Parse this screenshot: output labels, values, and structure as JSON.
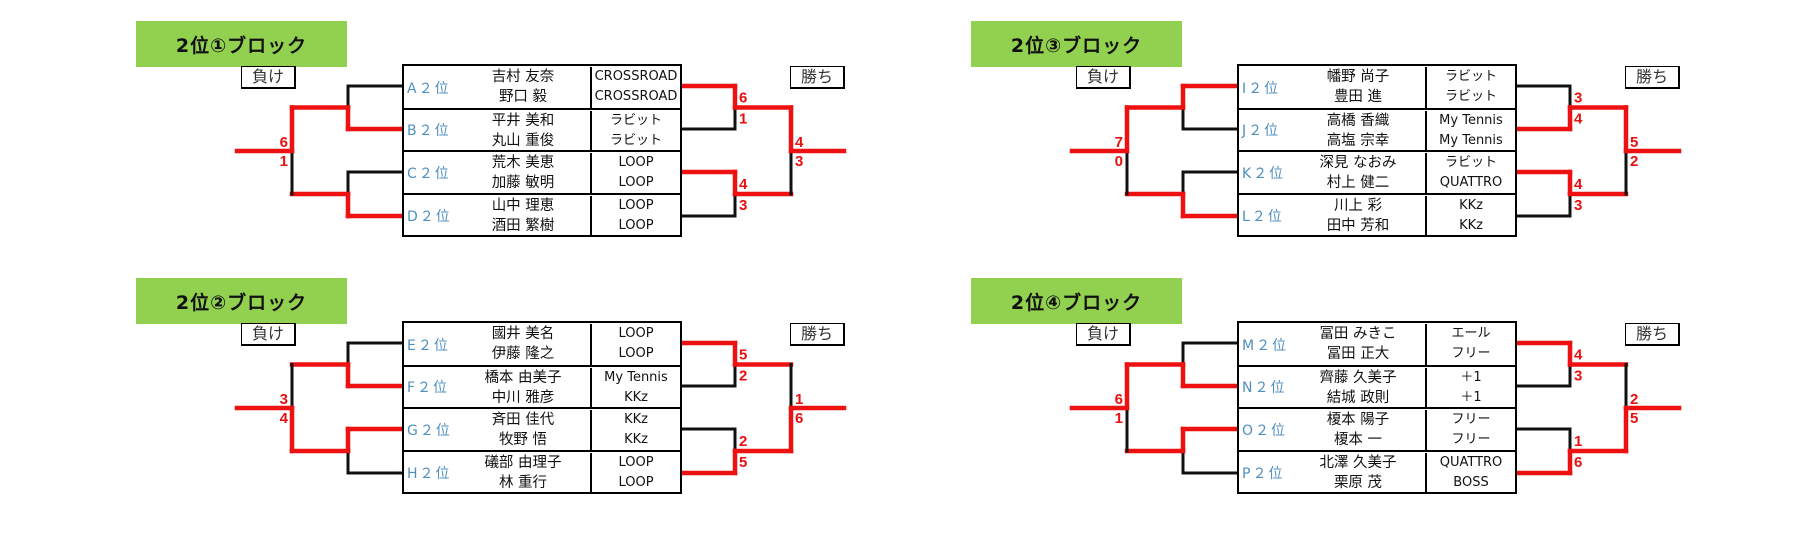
{
  "labels": {
    "lose": "負け",
    "win": "勝ち"
  },
  "colors": {
    "title_bg": "#92d050",
    "win_line": "#ee1111",
    "line": "#111111",
    "seed": "#4f8fc0"
  },
  "blocks": [
    {
      "title": "2位①ブロック",
      "entries": [
        {
          "seed": "A２位",
          "players": [
            "吉村 友奈",
            "野口 毅"
          ],
          "clubs": [
            "CROSSROAD",
            "CROSSROAD"
          ]
        },
        {
          "seed": "B２位",
          "players": [
            "平井 美和",
            "丸山 重俊"
          ],
          "clubs": [
            "ラビット",
            "ラビット"
          ]
        },
        {
          "seed": "C２位",
          "players": [
            "荒木 美恵",
            "加藤 敏明"
          ],
          "clubs": [
            "LOOP",
            "LOOP"
          ]
        },
        {
          "seed": "D２位",
          "players": [
            "山中 理恵",
            "酒田 繁樹"
          ],
          "clubs": [
            "LOOP",
            "LOOP"
          ]
        }
      ],
      "left": {
        "round1_winners": [
          1,
          3
        ],
        "final_scores": [
          "6",
          "1"
        ],
        "final_winner": 0
      },
      "right": {
        "round1_winners": [
          0,
          2
        ],
        "round1_scores": [
          [
            "6",
            "1"
          ],
          [
            "4",
            "3"
          ]
        ],
        "final_scores": [
          "4",
          "3"
        ],
        "final_winner": 0
      }
    },
    {
      "title": "2位②ブロック",
      "entries": [
        {
          "seed": "E２位",
          "players": [
            "國井 美名",
            "伊藤 隆之"
          ],
          "clubs": [
            "LOOP",
            "LOOP"
          ]
        },
        {
          "seed": "F２位",
          "players": [
            "橋本 由美子",
            "中川 雅彦"
          ],
          "clubs": [
            "My Tennis",
            "KKz"
          ]
        },
        {
          "seed": "G２位",
          "players": [
            "斉田 佳代",
            "牧野 悟"
          ],
          "clubs": [
            "KKz",
            "KKz"
          ]
        },
        {
          "seed": "H２位",
          "players": [
            "礒部 由理子",
            "林 重行"
          ],
          "clubs": [
            "LOOP",
            "LOOP"
          ]
        }
      ],
      "left": {
        "round1_winners": [
          1,
          2
        ],
        "final_scores": [
          "3",
          "4"
        ],
        "final_winner": 1
      },
      "right": {
        "round1_winners": [
          0,
          3
        ],
        "round1_scores": [
          [
            "5",
            "2"
          ],
          [
            "2",
            "5"
          ]
        ],
        "final_scores": [
          "1",
          "6"
        ],
        "final_winner": 1
      }
    },
    {
      "title": "2位③ブロック",
      "entries": [
        {
          "seed": "I２位",
          "players": [
            "幡野 尚子",
            "豊田 進"
          ],
          "clubs": [
            "ラビット",
            "ラビット"
          ]
        },
        {
          "seed": "J２位",
          "players": [
            "高橋 香織",
            "高塩 宗幸"
          ],
          "clubs": [
            "My Tennis",
            "My Tennis"
          ]
        },
        {
          "seed": "K２位",
          "players": [
            "深見 なおみ",
            "村上 健二"
          ],
          "clubs": [
            "ラビット",
            "QUATTRO"
          ]
        },
        {
          "seed": "L２位",
          "players": [
            "川上 彩",
            "田中 芳和"
          ],
          "clubs": [
            "KKz",
            "KKz"
          ]
        }
      ],
      "left": {
        "round1_winners": [
          0,
          3
        ],
        "final_scores": [
          "7",
          "0"
        ],
        "final_winner": 0
      },
      "right": {
        "round1_winners": [
          1,
          2
        ],
        "round1_scores": [
          [
            "3",
            "4"
          ],
          [
            "4",
            "3"
          ]
        ],
        "final_scores": [
          "5",
          "2"
        ],
        "final_winner": 0
      }
    },
    {
      "title": "2位④ブロック",
      "entries": [
        {
          "seed": "M２位",
          "players": [
            "冨田 みきこ",
            "冨田 正大"
          ],
          "clubs": [
            "エール",
            "フリー"
          ]
        },
        {
          "seed": "N２位",
          "players": [
            "齊藤 久美子",
            "結城 政則"
          ],
          "clubs": [
            "＋1",
            "＋1"
          ]
        },
        {
          "seed": "O２位",
          "players": [
            "榎本 陽子",
            "榎本 一"
          ],
          "clubs": [
            "フリー",
            "フリー"
          ]
        },
        {
          "seed": "P２位",
          "players": [
            "北澤 久美子",
            "栗原 茂"
          ],
          "clubs": [
            "QUATTRO",
            "BOSS"
          ]
        }
      ],
      "left": {
        "round1_winners": [
          1,
          2
        ],
        "final_scores": [
          "6",
          "1"
        ],
        "final_winner": 0
      },
      "right": {
        "round1_winners": [
          0,
          3
        ],
        "round1_scores": [
          [
            "4",
            "3"
          ],
          [
            "1",
            "6"
          ]
        ],
        "final_scores": [
          "2",
          "5"
        ],
        "final_winner": 1
      }
    }
  ]
}
